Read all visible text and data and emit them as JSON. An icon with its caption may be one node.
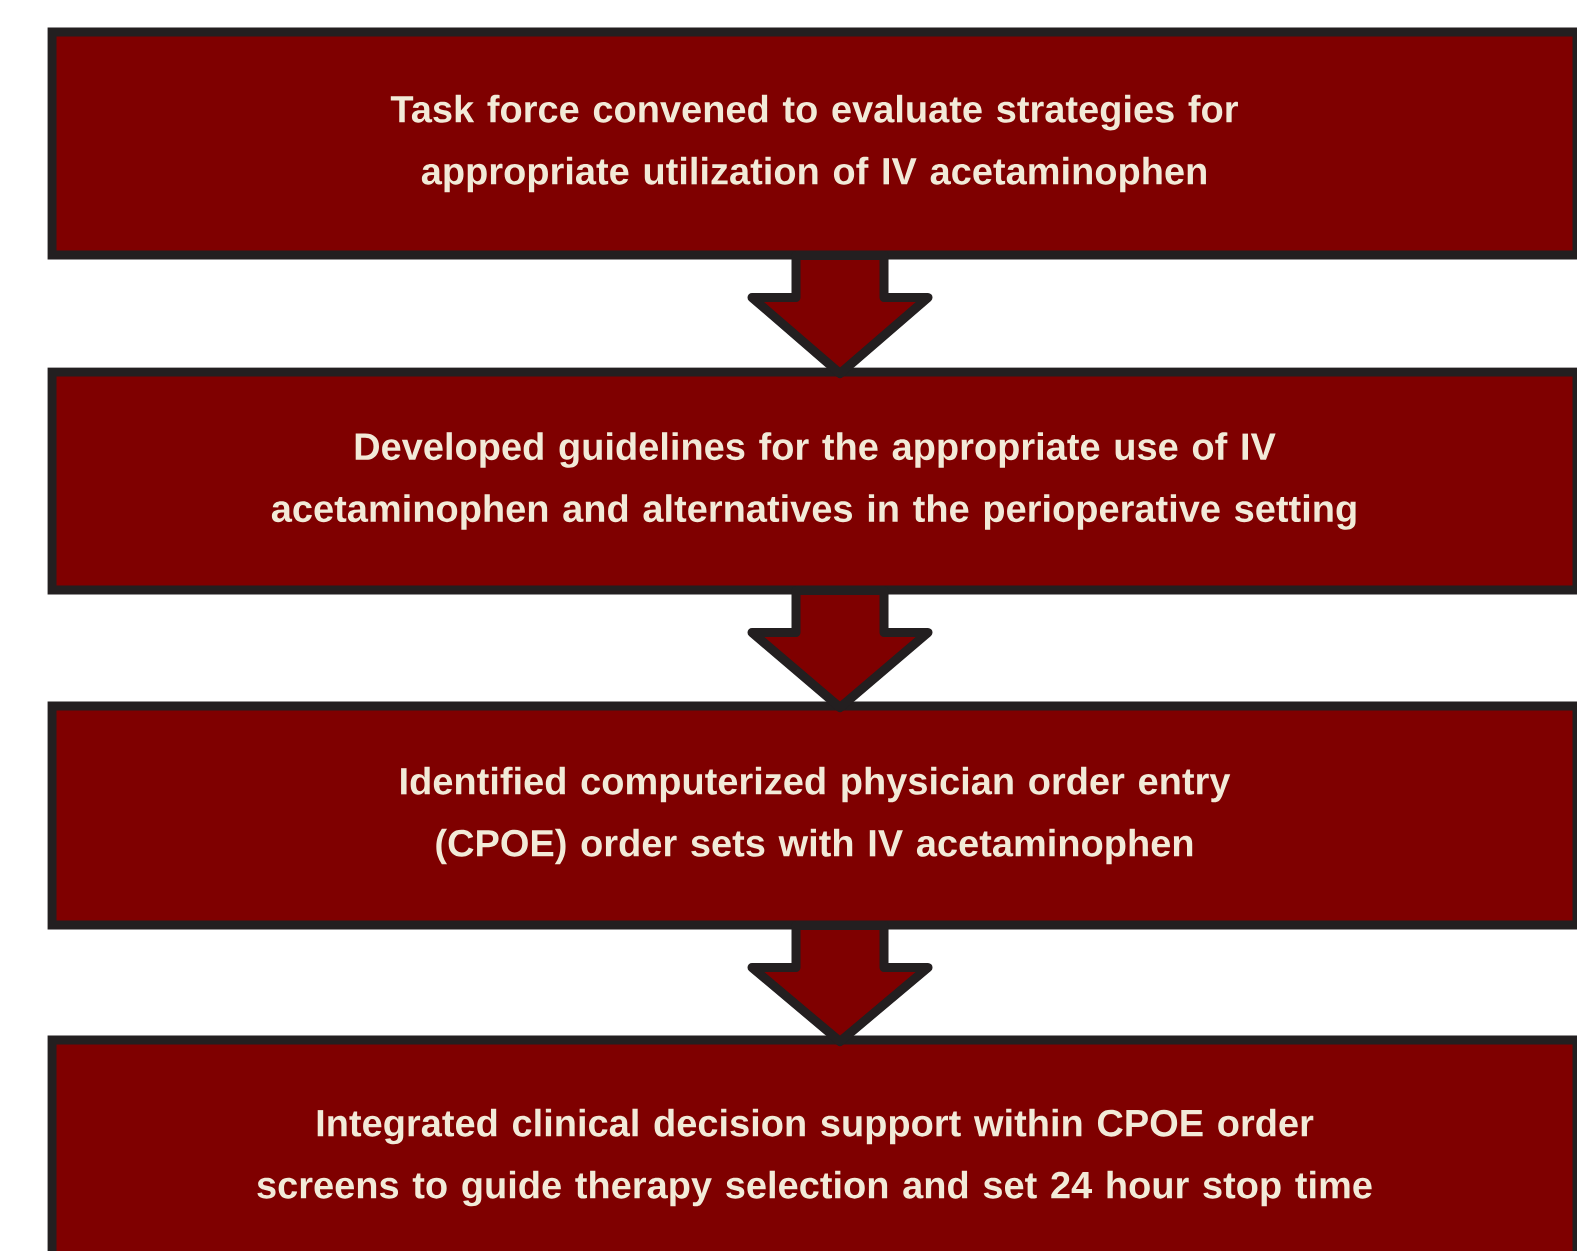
{
  "diagram": {
    "nodes": [
      {
        "text": [
          "Task force convened to evaluate strategies for appropriate utilization of IV acetaminophen"
        ]
      },
      {
        "text": [
          "Developed guidelines for the appropriate use of IV acetaminophen and alternatives in the perioperative setting"
        ]
      },
      {
        "text": [
          "Identified computerized physician order entry (CPOE) order sets with IV acetaminophen"
        ]
      },
      {
        "text": [
          "Integrated clinical decision support within CPOE order screens to guide therapy selection and set 24 hour stop time"
        ]
      }
    ],
    "edges": [
      {
        "from": 0,
        "to": 1,
        "arrow": "to"
      },
      {
        "from": 1,
        "to": 2,
        "arrow": "to"
      },
      {
        "from": 2,
        "to": 3,
        "arrow": "to"
      }
    ]
  }
}
